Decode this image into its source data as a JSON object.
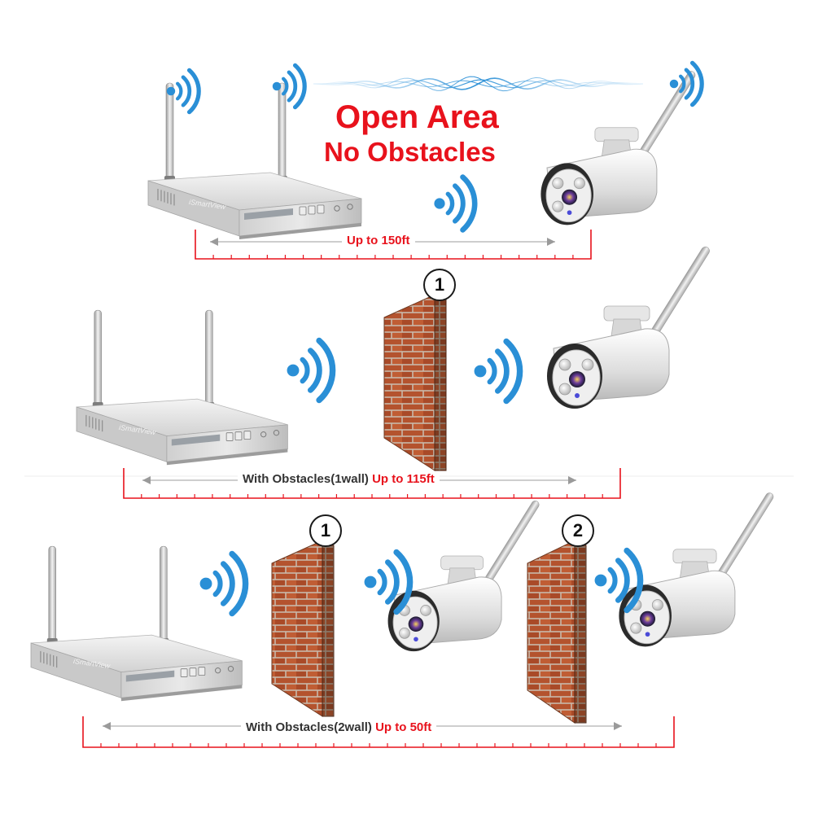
{
  "headline": {
    "line1": "Open Area",
    "line2": "No Obstacles"
  },
  "scenes": [
    {
      "label_prefix": "",
      "label_range": "Up to 150ft",
      "walls": 0
    },
    {
      "label_prefix": "With Obstacles(1wall) ",
      "label_range": "Up to 115ft",
      "walls": 1
    },
    {
      "label_prefix": "With Obstacles(2wall) ",
      "label_range": "Up to 50ft",
      "walls": 2
    }
  ],
  "wall_numbers": [
    "1",
    "1",
    "2"
  ],
  "device": {
    "brand": "iSmartView"
  },
  "icons": [
    "wifi-signal-icon",
    "wave-signal-icon",
    "nvr-router-icon",
    "camera-icon",
    "brick-wall-icon",
    "range-arrow-icon"
  ],
  "colors": {
    "accent_red": "#e8121c",
    "signal_blue": "#2a8fd6",
    "brick": "#b4532e",
    "mortar": "#c9b9aa"
  }
}
